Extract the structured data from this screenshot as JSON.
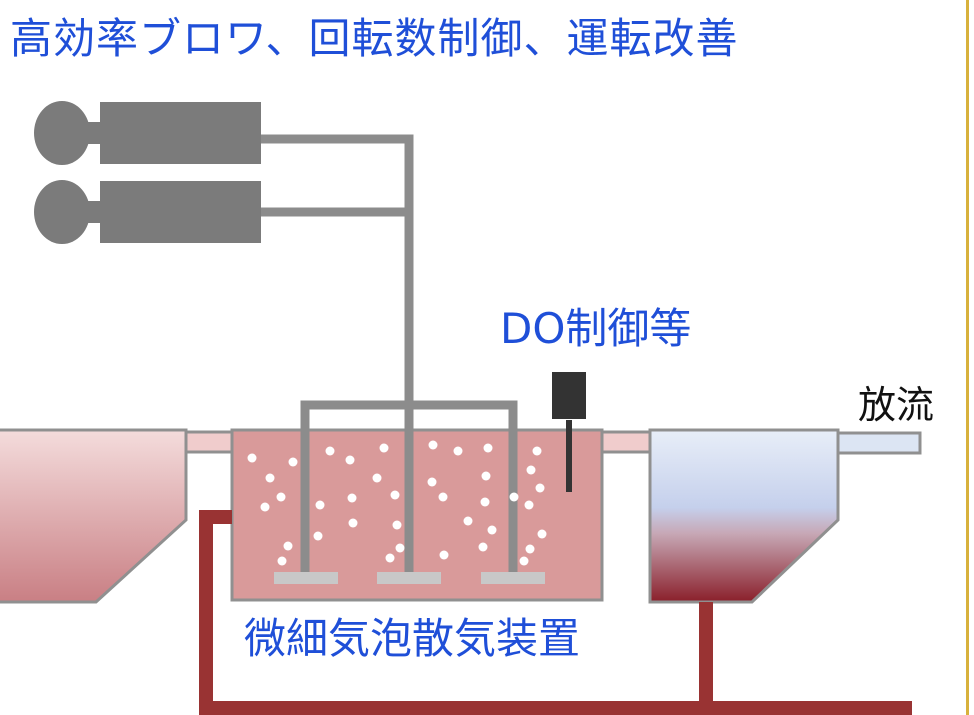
{
  "title": "高効率ブロワ、回転数制御、運転改善",
  "labels": {
    "do_control": "DO制御等",
    "discharge": "放流",
    "diffuser": "微細気泡散気装置"
  },
  "colors": {
    "title_text": "#1f4fd8",
    "blower": "#7b7b7b",
    "air_pipe": "#8c8c8c",
    "aeration_tank": "#d99a9a",
    "return_pipe": "#993333",
    "do_sensor": "#333333",
    "side_border": "#d8b13c"
  },
  "icons": {
    "blower": "blower-icon",
    "do_sensor": "do-sensor-icon"
  }
}
